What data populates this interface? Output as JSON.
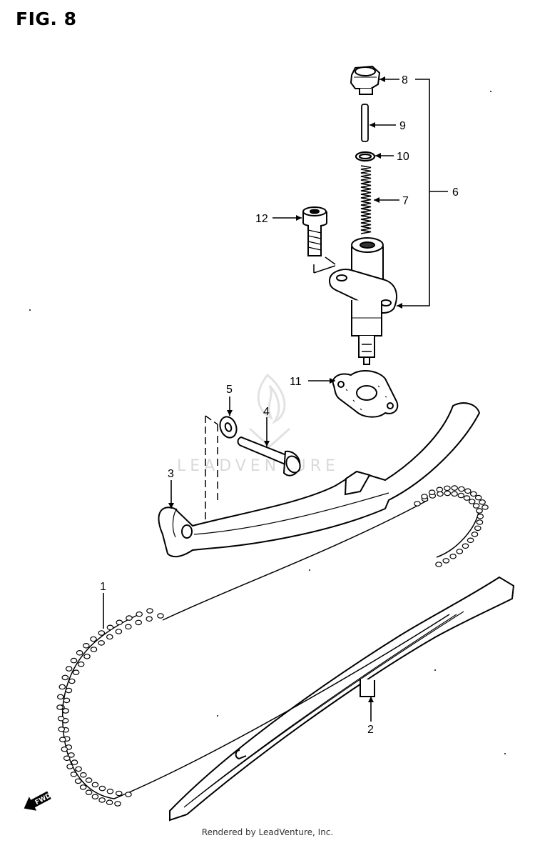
{
  "figure": {
    "title": "FIG. 8",
    "watermark": "LEADVENTURE",
    "footer": "Rendered by LeadVenture, Inc.",
    "fwd_label": "FWD"
  },
  "callouts": {
    "c1": "1",
    "c2": "2",
    "c3": "3",
    "c4": "4",
    "c5": "5",
    "c6": "6",
    "c7": "7",
    "c8": "8",
    "c9": "9",
    "c10": "10",
    "c11": "11",
    "c12": "12"
  }
}
